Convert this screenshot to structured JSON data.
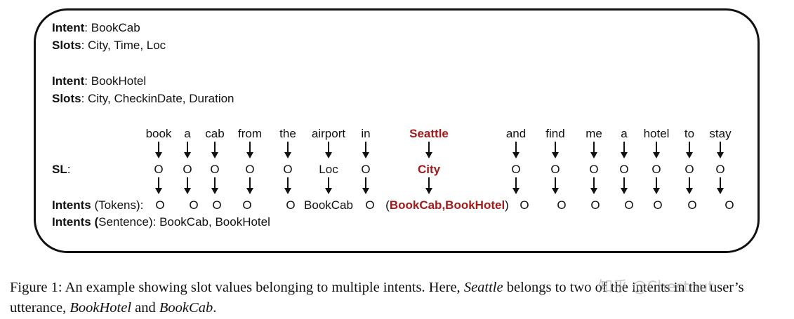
{
  "intent_defs": [
    {
      "intent_label": "Intent",
      "intent_value": "BookCab",
      "slots_label": "Slots",
      "slots_value": "City, Time, Loc"
    },
    {
      "intent_label": "Intent",
      "intent_value": "BookHotel",
      "slots_label": "Slots",
      "slots_value": "City, CheckinDate, Duration"
    }
  ],
  "rows": {
    "sl_label": "SL",
    "intents_tokens_label_bold": "Intents",
    "intents_tokens_label_rest": " (Tokens):",
    "intents_sentence_label_bold": "Intents (",
    "intents_sentence_label_rest": "Sentence): ",
    "intents_sentence_value": "BookCab, BookHotel"
  },
  "tokens": [
    {
      "word": "book",
      "slot": "O",
      "intent": "O"
    },
    {
      "word": "a",
      "slot": "O",
      "intent": "O"
    },
    {
      "word": "cab",
      "slot": "O",
      "intent": "O"
    },
    {
      "word": "from",
      "slot": "O",
      "intent": "O"
    },
    {
      "word": "the",
      "slot": "O",
      "intent": "O"
    },
    {
      "word": "airport",
      "slot": "Loc",
      "intent": "BookCab"
    },
    {
      "word": "in",
      "slot": "O",
      "intent": "O"
    },
    {
      "word": "Seattle",
      "slot": "City",
      "intent": "(BookCab,BookHotel)",
      "highlight": true
    },
    {
      "word": "and",
      "slot": "O",
      "intent": "O"
    },
    {
      "word": "find",
      "slot": "O",
      "intent": "O"
    },
    {
      "word": "me",
      "slot": "O",
      "intent": "O"
    },
    {
      "word": "a",
      "slot": "O",
      "intent": "O"
    },
    {
      "word": "hotel",
      "slot": "O",
      "intent": "O"
    },
    {
      "word": "to",
      "slot": "O",
      "intent": "O"
    },
    {
      "word": "stay",
      "slot": "O",
      "intent": "O"
    }
  ],
  "highlight_color": "#a31a1a",
  "caption": {
    "prefix": "Figure 1: An example showing slot values belonging to multiple intents. Here, ",
    "em1": "Seattle",
    "mid": " belongs to two of the intents in the user’s utterance, ",
    "em2": "BookHotel",
    "and": " and ",
    "em3": "BookCab",
    "end": "."
  },
  "watermark": "知乎 @Chestnut"
}
